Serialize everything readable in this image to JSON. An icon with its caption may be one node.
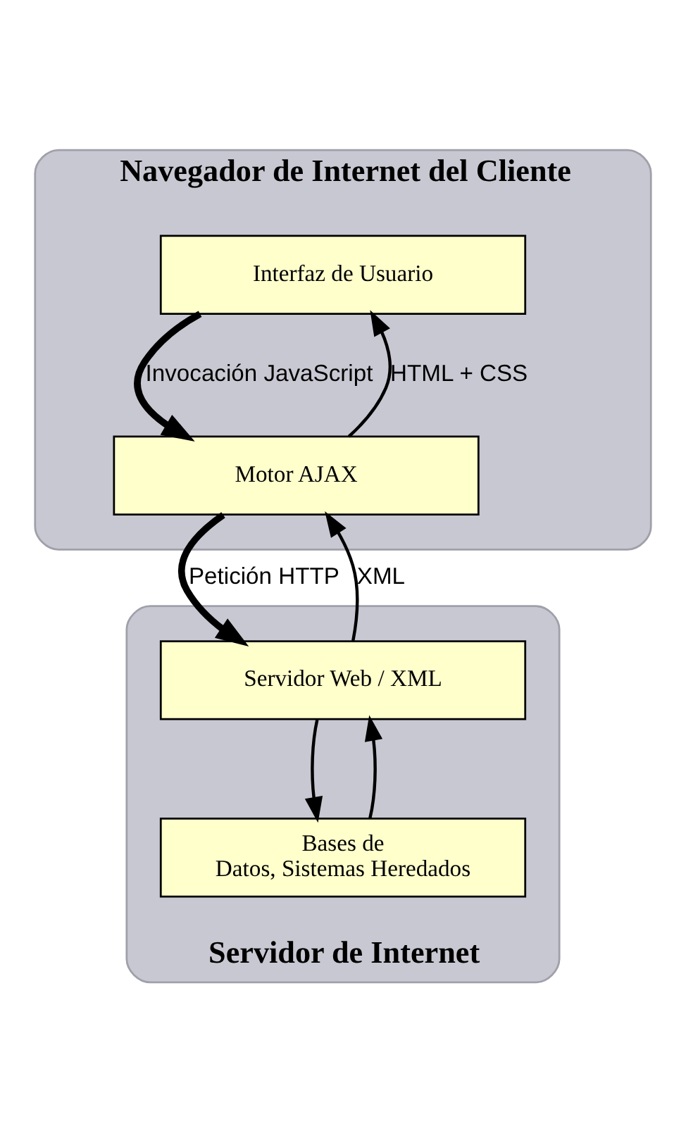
{
  "diagram": {
    "nodes": [
      {
        "text": [
          "Navegador de Internet del Cliente"
        ]
      },
      {
        "text": [
          "Interfaz de Usuario"
        ],
        "in": 0
      },
      {
        "text": [
          "Motor AJAX"
        ],
        "in": 0
      },
      {
        "text": [
          "Servidor de Internet"
        ]
      },
      {
        "text": [
          "Servidor Web / XML"
        ],
        "in": 3
      },
      {
        "text": [
          "Bases de Datos, Sistemas Heredados"
        ],
        "in": 3
      }
    ],
    "edges": [
      {
        "from": 1,
        "to": 2,
        "arrow": "to",
        "label": "Invocación JavaScript",
        "style": "thick"
      },
      {
        "from": 2,
        "to": 1,
        "arrow": "to",
        "label": "HTML + CSS"
      },
      {
        "from": 2,
        "to": 4,
        "arrow": "to",
        "label": "Petición HTTP",
        "style": "thick"
      },
      {
        "from": 4,
        "to": 2,
        "arrow": "to",
        "label": "XML"
      },
      {
        "from": 4,
        "to": 5,
        "arrow": "to"
      },
      {
        "from": 5,
        "to": 4,
        "arrow": "to"
      }
    ]
  }
}
